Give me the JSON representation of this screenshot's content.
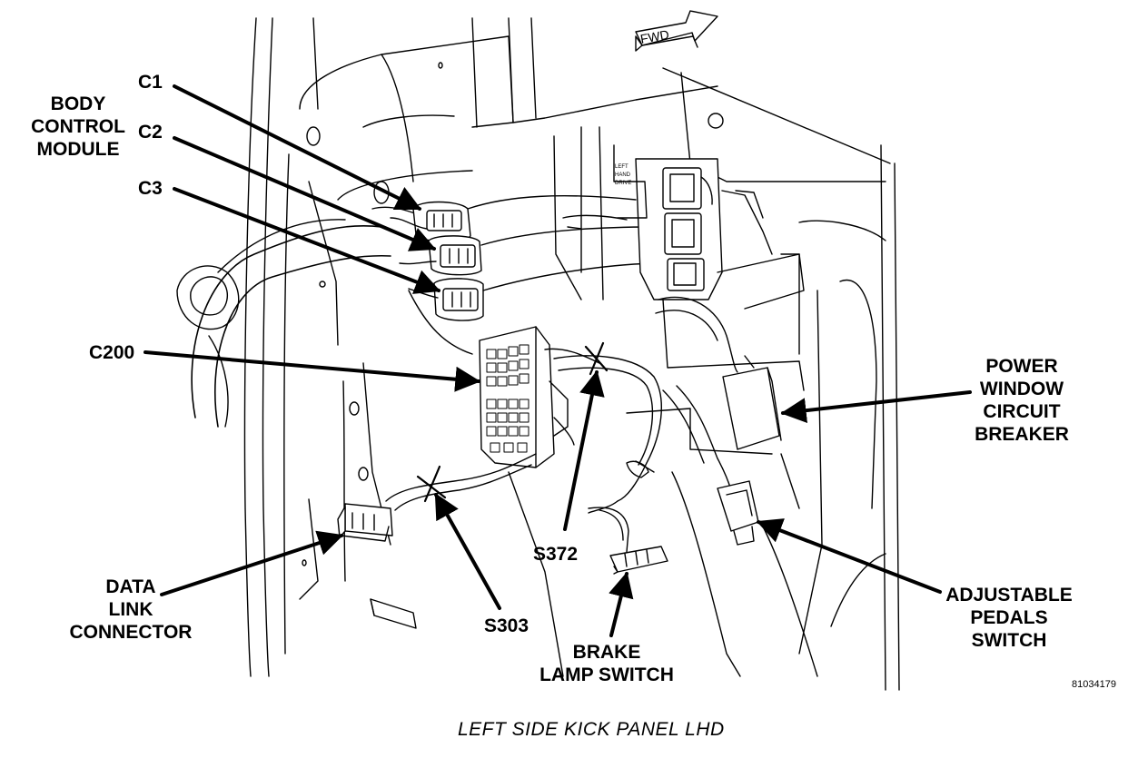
{
  "labels": {
    "body_control_module": [
      "BODY",
      "CONTROL",
      "MODULE"
    ],
    "c1": "C1",
    "c2": "C2",
    "c3": "C3",
    "c200": "C200",
    "power_window_circuit_breaker": [
      "POWER",
      "WINDOW",
      "CIRCUIT",
      "BREAKER"
    ],
    "s372": "S372",
    "s303": "S303",
    "data_link_connector": [
      "DATA",
      "LINK",
      "CONNECTOR"
    ],
    "brake_lamp_switch": [
      "BRAKE",
      "LAMP SWITCH"
    ],
    "adjustable_pedals_switch": [
      "ADJUSTABLE",
      "PEDALS",
      "SWITCH"
    ]
  },
  "fwd_arrow_text": "FWD",
  "module_sticker": [
    "LEFT",
    "HAND",
    "DRIVE"
  ],
  "figure_number": "81034179",
  "caption": "LEFT SIDE KICK PANEL LHD"
}
